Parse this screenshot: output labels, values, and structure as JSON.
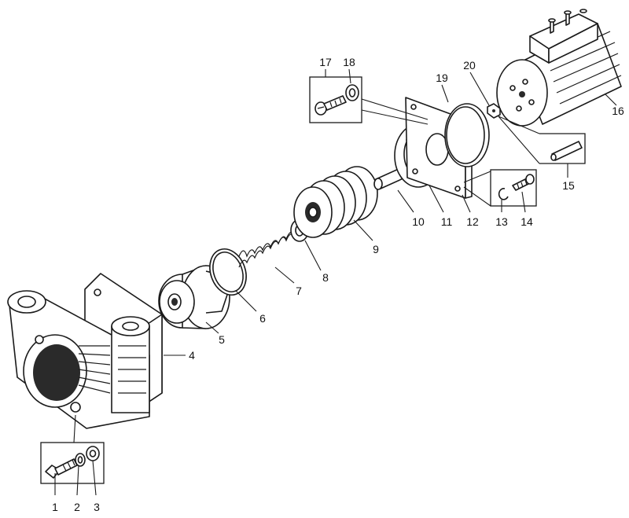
{
  "colors": {
    "ink": "#1a1a1a",
    "paper": "#ffffff"
  },
  "callouts": {
    "c1": "1",
    "c2": "2",
    "c3": "3",
    "c4": "4",
    "c5": "5",
    "c6": "6",
    "c7": "7",
    "c8": "8",
    "c9": "9",
    "c10": "10",
    "c11": "11",
    "c12": "12",
    "c13": "13",
    "c14": "14",
    "c15": "15",
    "c16": "16",
    "c17": "17",
    "c18": "18",
    "c19": "19",
    "c20": "20"
  }
}
